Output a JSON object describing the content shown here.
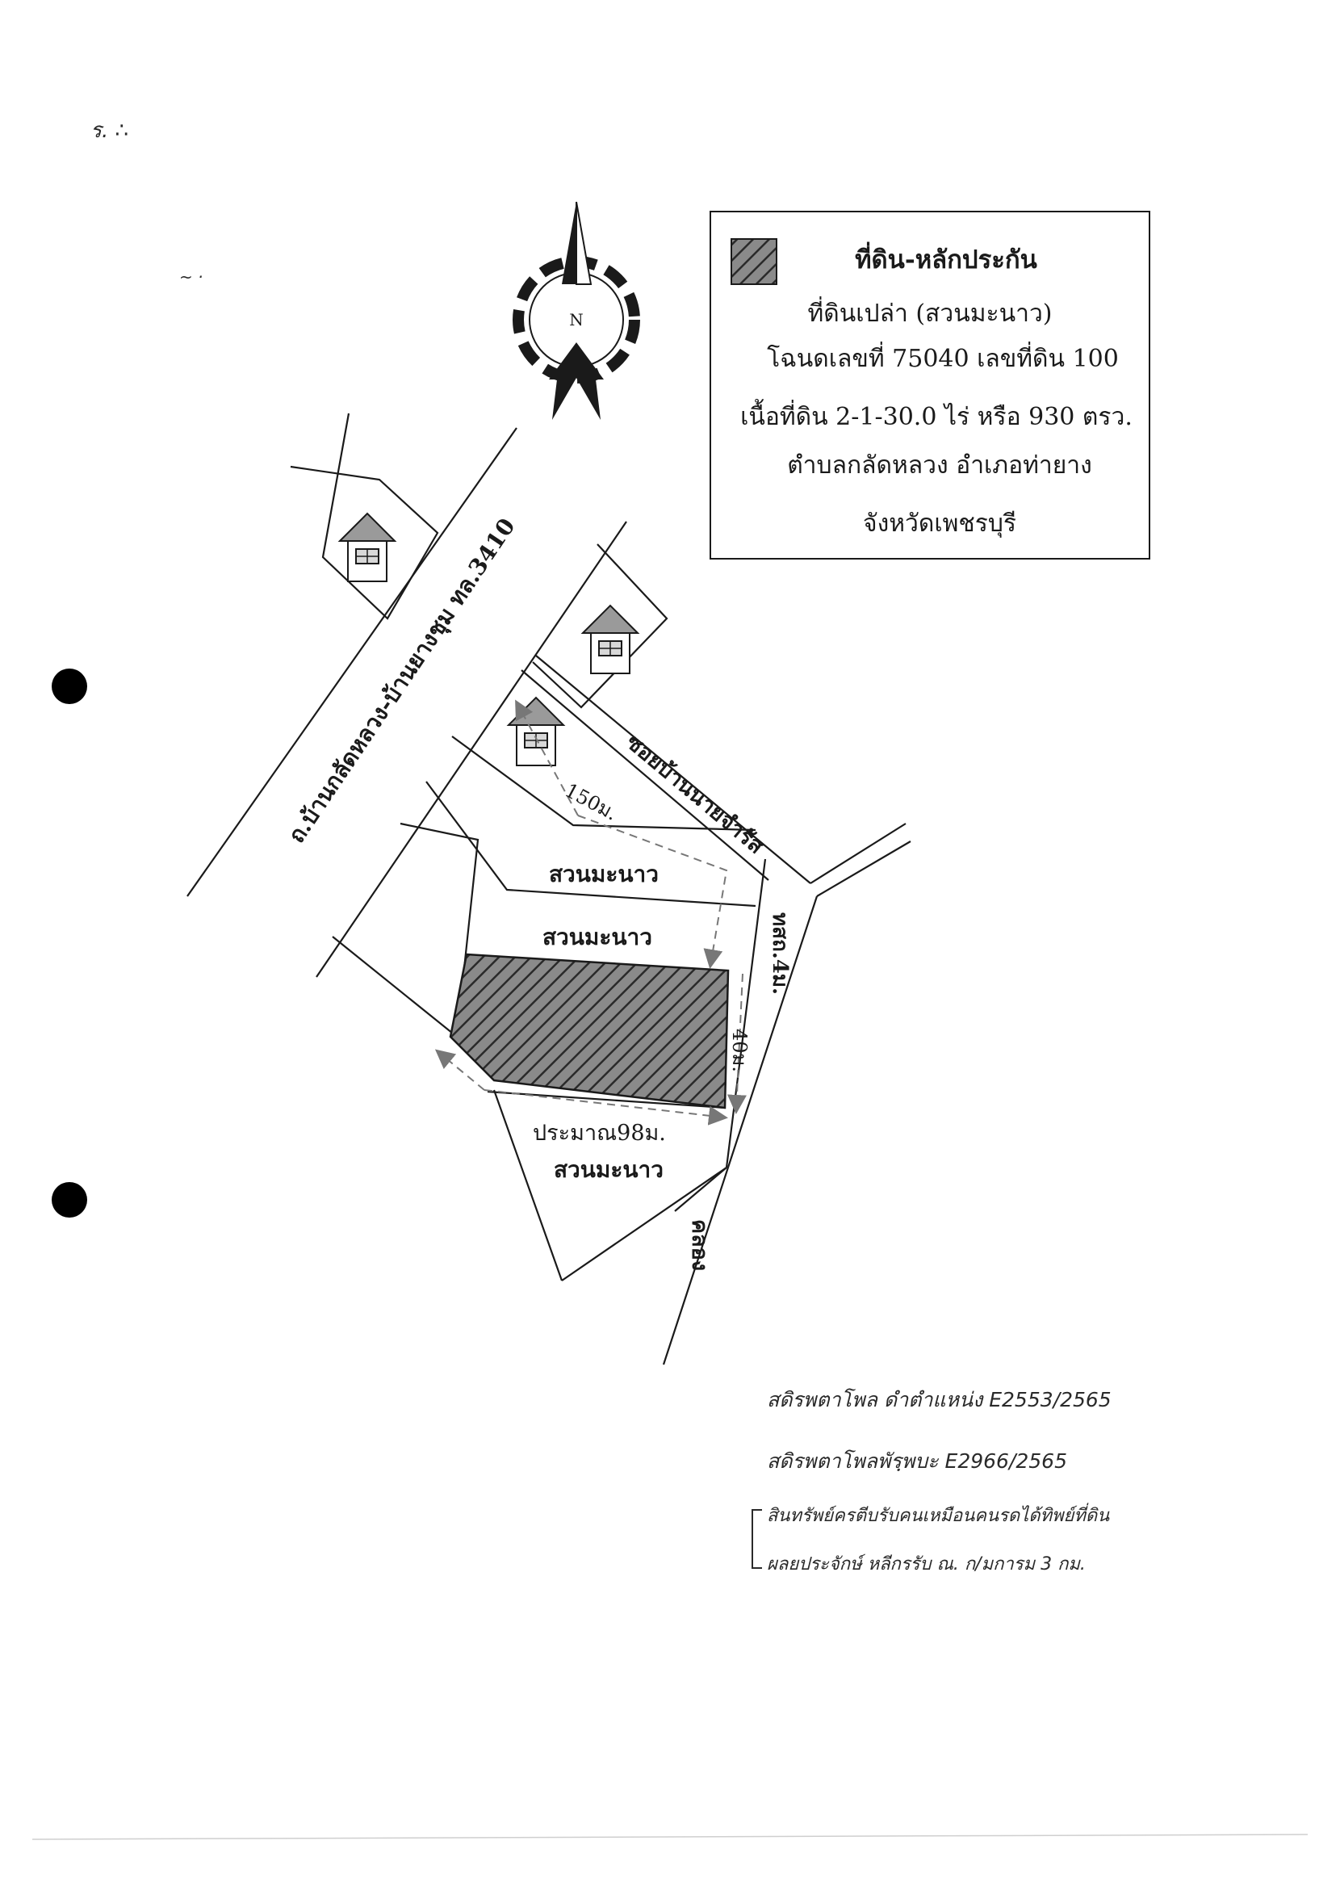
{
  "legend": {
    "title": "ที่ดิน-หลักประกัน",
    "line1": "ที่ดินเปล่า (สวนมะนาว)",
    "line2": "โฉนดเลขที่  75040 เลขที่ดิน 100",
    "line3": "เนื้อที่ดิน 2-1-30.0 ไร่ หรือ 930 ตรว.",
    "line4": "ตำบลกลัดหลวง อำเภอท่ายาง",
    "line5": "จังหวัดเพชรบุรี"
  },
  "compass": {
    "label": "N"
  },
  "roads": {
    "main_road": "ถ.บ้านกลัดหลวง-บ้านยางชุม ทล.3410",
    "soi": "ซอยบ้านนายจำรัส",
    "local_road": "ทสถ.4ม.",
    "canal": "คลอง"
  },
  "distances": {
    "d150": "150ม.",
    "d40": "40ม.",
    "d98": "ประมาณ98ม."
  },
  "parcels": {
    "p1": "สวนมะนาว",
    "p2": "สวนมะนาว",
    "p3": "สวนมะนาว"
  },
  "handwritten": {
    "line1": "สดิรพตาโพล ดำตำแหน่ง E2553/2565",
    "line2": "สดิรพตาโพลพัรฺพบะ E2966/2565",
    "line3": "สินทรัพย์ครตีบรับคนเหมือนคนรดได้ทิพย์ที่ดิน",
    "line4": "ผลยประจักษ์ หลีกรรับ ณ. ก/มการม 3 กม."
  },
  "colors": {
    "ink": "#1a1a1a",
    "collateral_hatch": "#555555",
    "dimension_line": "#777777"
  },
  "icons": [
    "north-arrow-icon",
    "house-icon",
    "hatched-collateral-icon"
  ]
}
